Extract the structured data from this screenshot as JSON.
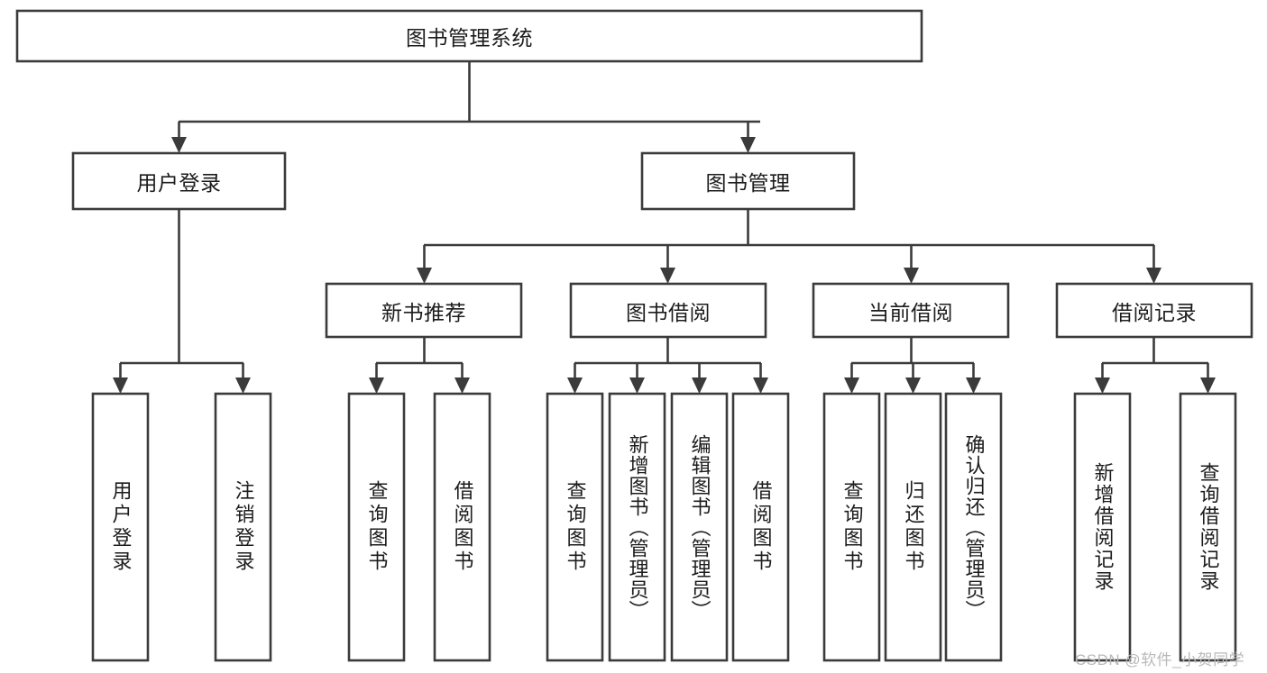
{
  "diagram": {
    "type": "tree-hierarchy",
    "title": "图书管理系统",
    "orientation": "top-down",
    "colors": {
      "stroke": "#3b3b3b",
      "node_fill": "#ffffff",
      "text": "#1c1c1c",
      "background": "#ffffff",
      "watermark": "#b9b9b9"
    },
    "levels": [
      {
        "level": 1,
        "nodes": [
          {
            "id": "root",
            "label": "图书管理系统",
            "orientation": "horizontal"
          }
        ]
      },
      {
        "level": 2,
        "nodes": [
          {
            "id": "user-login",
            "label": "用户登录",
            "orientation": "horizontal",
            "parent": "root"
          },
          {
            "id": "book-manage",
            "label": "图书管理",
            "orientation": "horizontal",
            "parent": "root"
          }
        ]
      },
      {
        "level": 3,
        "nodes": [
          {
            "id": "new-book-rec",
            "label": "新书推荐",
            "orientation": "horizontal",
            "parent": "book-manage"
          },
          {
            "id": "book-borrow",
            "label": "图书借阅",
            "orientation": "horizontal",
            "parent": "book-manage"
          },
          {
            "id": "current-borrow",
            "label": "当前借阅",
            "orientation": "horizontal",
            "parent": "book-manage"
          },
          {
            "id": "borrow-record",
            "label": "借阅记录",
            "orientation": "horizontal",
            "parent": "book-manage"
          }
        ]
      },
      {
        "level": 4,
        "nodes": [
          {
            "id": "leaf-user-login",
            "label": "用户登录",
            "orientation": "vertical",
            "parent": "user-login"
          },
          {
            "id": "leaf-user-logout",
            "label": "注销登录",
            "orientation": "vertical",
            "parent": "user-login"
          },
          {
            "id": "leaf-query-book-1",
            "label": "查询图书",
            "orientation": "vertical",
            "parent": "new-book-rec"
          },
          {
            "id": "leaf-borrow-book-1",
            "label": "借阅图书",
            "orientation": "vertical",
            "parent": "new-book-rec"
          },
          {
            "id": "leaf-query-book-2",
            "label": "查询图书",
            "orientation": "vertical",
            "parent": "book-borrow"
          },
          {
            "id": "leaf-add-book",
            "label": "新增图书（管理员）",
            "orientation": "vertical",
            "parent": "book-borrow"
          },
          {
            "id": "leaf-edit-book",
            "label": "编辑图书（管理员）",
            "orientation": "vertical",
            "parent": "book-borrow"
          },
          {
            "id": "leaf-borrow-book-2",
            "label": "借阅图书",
            "orientation": "vertical",
            "parent": "book-borrow"
          },
          {
            "id": "leaf-query-book-3",
            "label": "查询图书",
            "orientation": "vertical",
            "parent": "current-borrow"
          },
          {
            "id": "leaf-return-book",
            "label": "归还图书",
            "orientation": "vertical",
            "parent": "current-borrow"
          },
          {
            "id": "leaf-confirm-return",
            "label": "确认归还（管理员）",
            "orientation": "vertical",
            "parent": "current-borrow"
          },
          {
            "id": "leaf-add-record",
            "label": "新增借阅记录",
            "orientation": "vertical",
            "parent": "borrow-record"
          },
          {
            "id": "leaf-query-record",
            "label": "查询借阅记录",
            "orientation": "vertical",
            "parent": "borrow-record"
          }
        ]
      }
    ],
    "watermark": "CSDN @软件_小贺同学"
  }
}
